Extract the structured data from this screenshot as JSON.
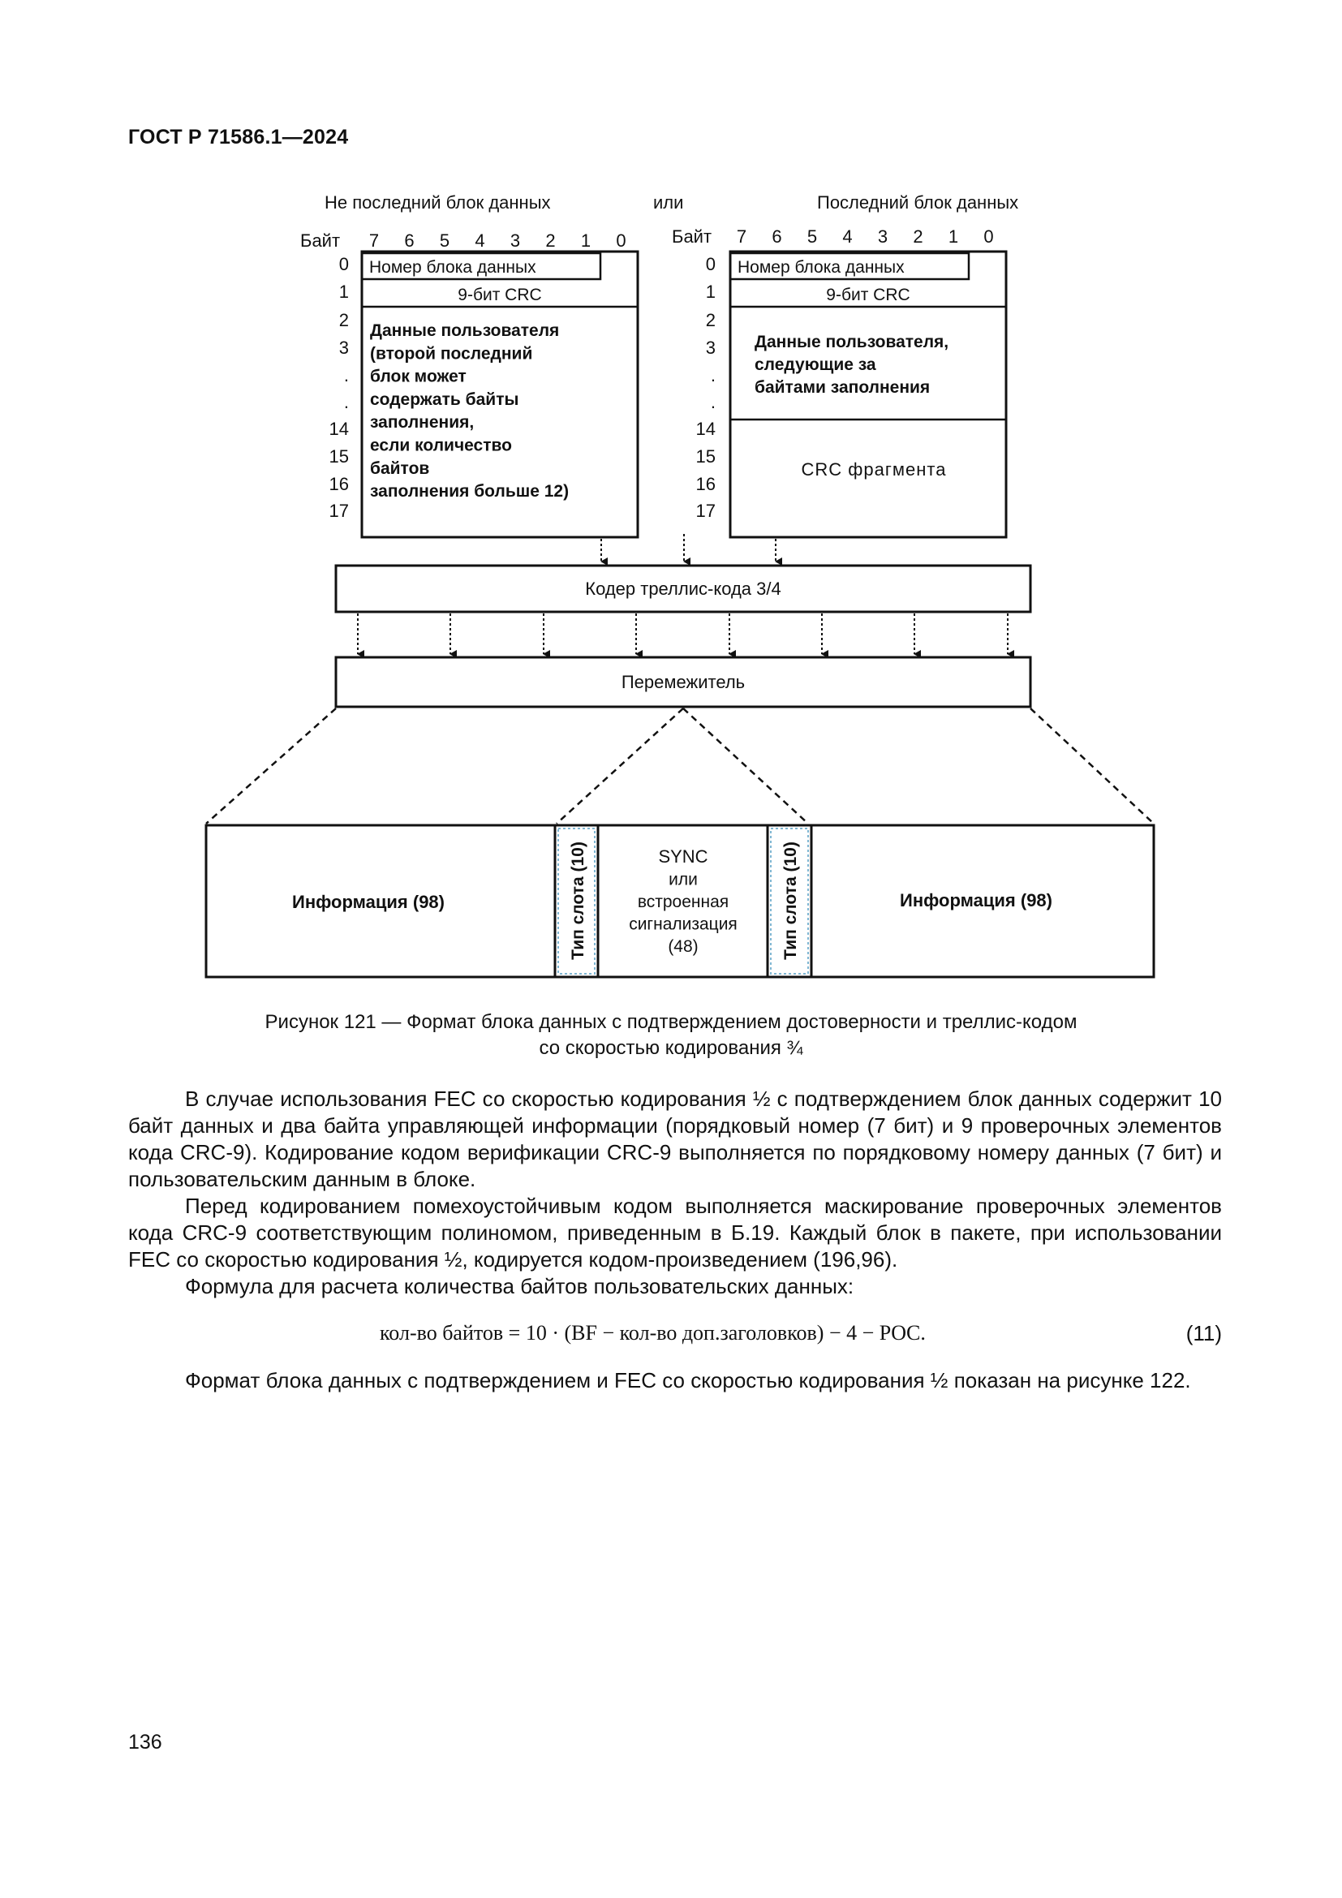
{
  "header": {
    "doc_id": "ГОСТ Р 71586.1—2024"
  },
  "figure": {
    "left_title": "Не последний блок данных",
    "or_label": "или",
    "right_title": "Последний блок данных",
    "byte_label": "Байт",
    "bits": [
      "7",
      "6",
      "5",
      "4",
      "3",
      "2",
      "1",
      "0"
    ],
    "rows": [
      "0",
      "1",
      "2",
      "3",
      ".",
      ".",
      "14",
      "15",
      "16",
      "17"
    ],
    "block_number": "Номер блока данных",
    "crc9": "9-бит CRC",
    "left_user_data": [
      "Данные пользователя",
      "(второй последний",
      "блок может",
      "содержать байты",
      "заполнения,",
      "если количество",
      "байтов",
      "заполнения больше 12)"
    ],
    "right_user_data": [
      "Данные пользователя,",
      "следующие за",
      "байтами заполнения"
    ],
    "fragment_crc": "CRC фрагмента",
    "trellis_encoder": "Кодер треллис-кода 3/4",
    "interleaver": "Перемежитель",
    "info_left": "Информация (98)",
    "slot_type": "Тип слота (10)",
    "sync_lines": [
      "SYNC",
      "или",
      "встроенная",
      "сигнализация",
      "(48)"
    ],
    "info_right": "Информация (98)"
  },
  "caption": {
    "line1": "Рисунок 121 — Формат блока данных с подтверждением достоверности и треллис-кодом",
    "line2": "со скоростью кодирования ¾"
  },
  "paragraphs": {
    "p1": "В случае использования FEC со скоростью кодирования ½ с подтверждением блок данных содержит 10 байт данных и два байта управляющей информации (порядковый номер (7 бит) и 9 проверочных элементов кода CRC-9). Кодирование кодом верификации CRC-9 выполняется по порядковому номеру данных (7 бит) и пользовательским данным в блоке.",
    "p2": "Перед кодированием помехоустойчивым кодом выполняется маскирование проверочных элементов кода CRC-9 соответствующим полиномом, приведенным в Б.19. Каждый блок в пакете, при использовании FEC со скоростью кодирования ½, кодируется кодом-произведением (196,96).",
    "p3": "Формула для расчета количества байтов пользовательских данных:",
    "p4": "Формат блока данных с подтверждением и FEC со скоростью кодирования ½ показан на рисунке 122."
  },
  "formula": {
    "expression": "кол-во байтов = 10 · (BF − кол-во доп.заголовков) − 4 − POC.",
    "number": "(11)"
  },
  "page_number": "136"
}
